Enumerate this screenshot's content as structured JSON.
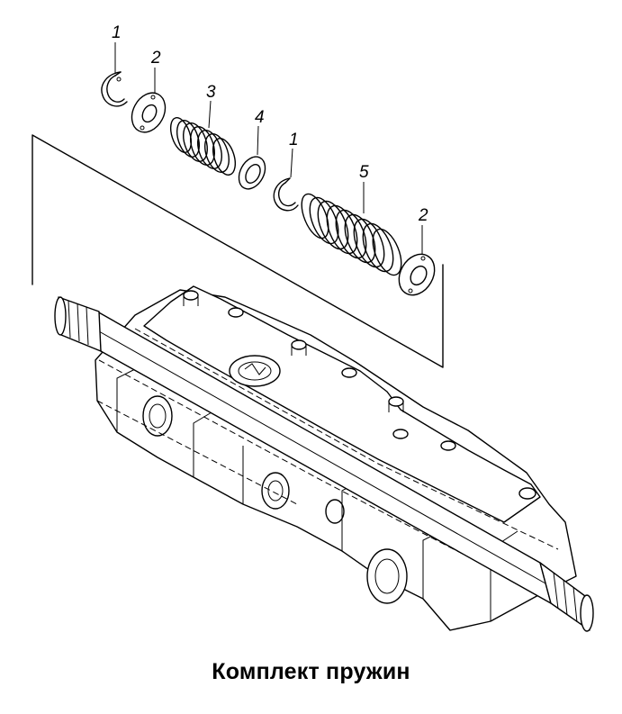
{
  "caption": "Комплект пружин",
  "callouts": [
    {
      "id": "retaining-ring-top",
      "label": "1"
    },
    {
      "id": "washer-top",
      "label": "2"
    },
    {
      "id": "small-spring",
      "label": "3"
    },
    {
      "id": "spacer-washer",
      "label": "4"
    },
    {
      "id": "retaining-ring-middle",
      "label": "1"
    },
    {
      "id": "large-spring",
      "label": "5"
    },
    {
      "id": "washer-bottom",
      "label": "2"
    }
  ]
}
